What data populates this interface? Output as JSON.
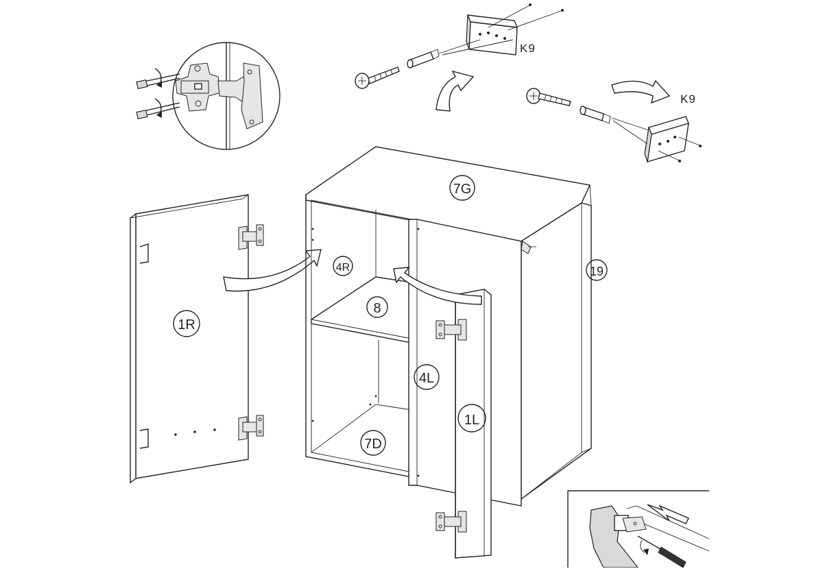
{
  "labels": {
    "k9_top": "K9",
    "k9_right": "K9",
    "part_1r": "1R",
    "part_4r": "4R",
    "part_7g": "7G",
    "part_8": "8",
    "part_19": "19",
    "part_4l": "4L",
    "part_1l": "1L",
    "part_7d": "7D"
  },
  "icons": {
    "hinge": "cabinet-hinge-icon",
    "screw": "screw-icon",
    "dowel": "wall-plug-icon",
    "bracket": "hanging-bracket-icon",
    "screwdriver": "screwdriver-icon"
  }
}
